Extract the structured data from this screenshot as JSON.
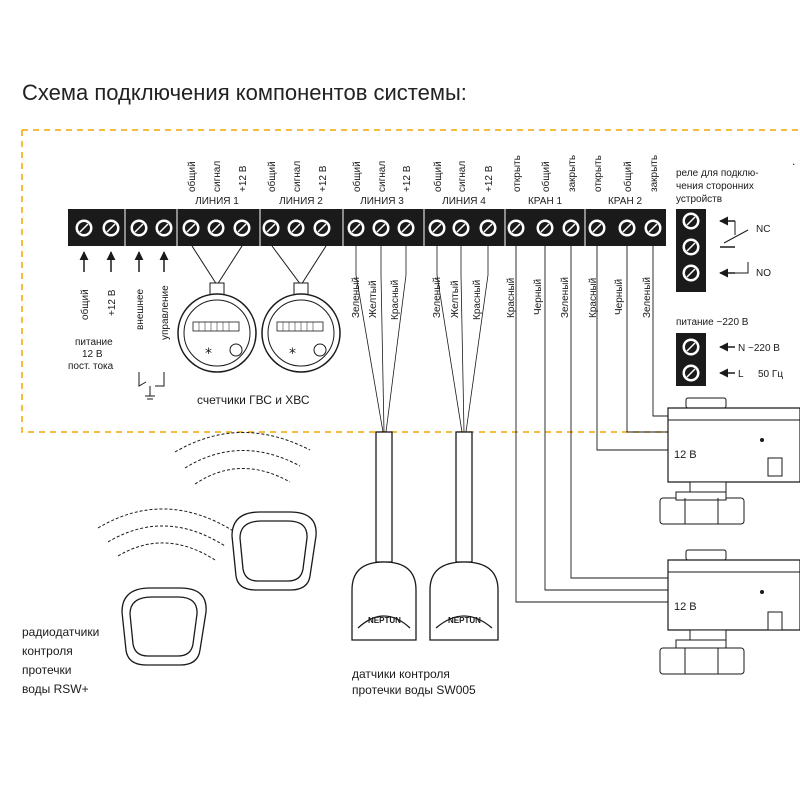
{
  "title": "Схема подключения компонентов системы:",
  "colors": {
    "frame": "#f0a500",
    "block": "#1a1a1a",
    "wire": "#1a1a1a",
    "text": "#1a1a1a"
  },
  "top_terminal_labels": [
    "общий",
    "сигнал",
    "+12 В",
    "общий",
    "сигнал",
    "+12 В",
    "общий",
    "сигнал",
    "+12 В",
    "общий",
    "сигнал",
    "+12 В",
    "открыть",
    "общий",
    "закрыть",
    "открыть",
    "общий",
    "закрыть"
  ],
  "groups": [
    "ЛИНИЯ 1",
    "ЛИНИЯ 2",
    "ЛИНИЯ 3",
    "ЛИНИЯ 4",
    "КРАН 1",
    "КРАН 2"
  ],
  "power_in": {
    "labels": [
      "общий",
      "+12 В"
    ],
    "caption": [
      "питание",
      "12 В",
      "пост. тока"
    ]
  },
  "external_control": {
    "labels": [
      "внешнее",
      "управление"
    ]
  },
  "meters": {
    "caption": "счетчики ГВС и ХВС"
  },
  "sensor_wires": [
    "Зеленый",
    "Желтый",
    "Красный"
  ],
  "valve_wires": [
    "Красный",
    "Черный",
    "Зеленый"
  ],
  "relay": {
    "caption": [
      "реле для подклю-",
      "чения сторонних",
      "устройств"
    ],
    "nc": "NC",
    "no": "NO"
  },
  "mains": {
    "caption": "питание ~220 В",
    "n": "N ~220 В",
    "l": "L",
    "hz": "50 Гц"
  },
  "valve_voltage": "12 В",
  "sw005": {
    "brand": "NEPTUN",
    "caption": [
      "датчики контроля",
      "протечки воды SW005"
    ]
  },
  "rsw": {
    "caption": [
      "радиодатчики",
      "контроля",
      "протечки",
      "воды RSW+"
    ]
  }
}
